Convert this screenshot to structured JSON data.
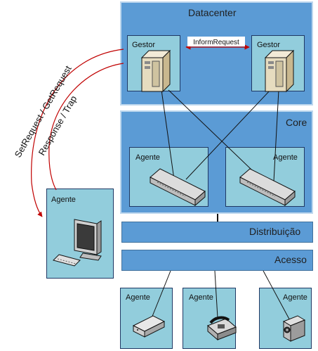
{
  "layers": {
    "datacenter": "Datacenter",
    "core": "Core",
    "distribuicao": "Distribuição",
    "acesso": "Acesso"
  },
  "datacenter": {
    "manager_left": "Gestor",
    "manager_right": "Gestor",
    "link_label": "InformRequest"
  },
  "core": {
    "agent_left": "Agente",
    "agent_right": "Agente"
  },
  "workstation": {
    "agent": "Agente"
  },
  "access_devices": [
    {
      "label": "Agente",
      "icon": "modem-icon"
    },
    {
      "label": "Agente",
      "icon": "telephone-icon"
    },
    {
      "label": "Agente",
      "icon": "camera-icon"
    }
  ],
  "snmp_label": {
    "line1": "SetRequest / GetRequest",
    "line2": "Response / Trap"
  },
  "colors": {
    "layer": "#5b9bd5",
    "panel": "#92cddc",
    "arrow": "#c00000"
  }
}
